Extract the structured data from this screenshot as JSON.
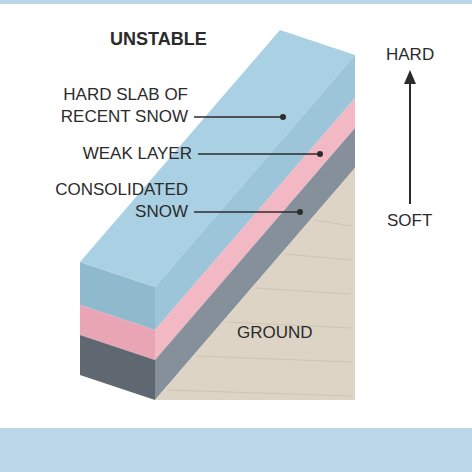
{
  "diagram": {
    "title": "UNSTABLE",
    "nodes": [
      {
        "text": [
          "GROUND"
        ]
      }
    ],
    "labels": [
      "HARD SLAB OF RECENT SNOW",
      "WEAK LAYER",
      "CONSOLIDATED SNOW",
      "HARD",
      "SOFT"
    ]
  }
}
